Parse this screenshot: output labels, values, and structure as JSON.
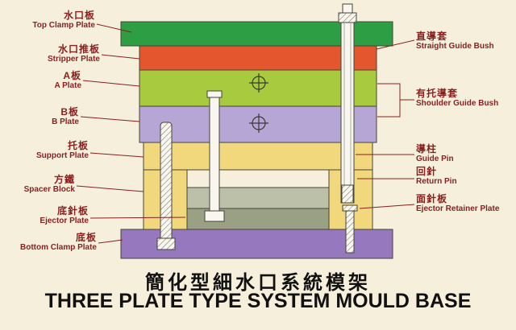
{
  "title": {
    "chinese": "簡化型細水口系統模架",
    "english": "THREE PLATE TYPE SYSTEM MOULD BASE"
  },
  "left_labels": [
    {
      "cn": "水口板",
      "en": "Top Clamp Plate"
    },
    {
      "cn": "水口推板",
      "en": "Stripper Plate"
    },
    {
      "cn": "A板",
      "en": "A Plate"
    },
    {
      "cn": "B板",
      "en": "B Plate"
    },
    {
      "cn": "托板",
      "en": "Support Plate"
    },
    {
      "cn": "方鐵",
      "en": "Spacer Block"
    },
    {
      "cn": "底針板",
      "en": "Ejector Plate"
    },
    {
      "cn": "底板",
      "en": "Bottom Clamp Plate"
    }
  ],
  "right_labels": [
    {
      "cn": "直導套",
      "en": "Straight Guide Bush"
    },
    {
      "cn": "有托導套",
      "en": "Shoulder Guide Bush"
    },
    {
      "cn": "導柱",
      "en": "Guide Pin"
    },
    {
      "cn": "回針",
      "en": "Return Pin"
    },
    {
      "cn": "面針板",
      "en": "Ejector Retainer Plate"
    }
  ],
  "colors": {
    "background": "#f5efdb",
    "label_text": "#8a1f1f",
    "title_text": "#111111",
    "plate_outline": "#45453a",
    "top_clamp_plate": "#2e9e44",
    "stripper_plate": "#e4572e",
    "a_plate": "#a8ca3e",
    "b_plate": "#b6a6d6",
    "support_plate": "#f2d87d",
    "spacer_block": "#f2d87d",
    "ejector_retainer_plate": "#bcc0a8",
    "ejector_plate": "#99a084",
    "bottom_clamp_plate": "#9678be",
    "pin_fill": "#f8f6ee"
  }
}
